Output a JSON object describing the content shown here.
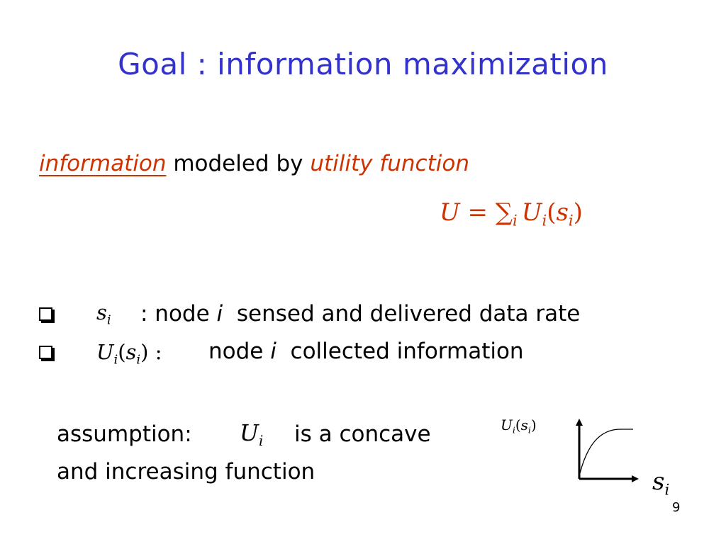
{
  "slide": {
    "title": "Goal : information maximization",
    "page_number": "9",
    "colors": {
      "title": "#3333cc",
      "highlight": "#cc3300",
      "text": "#000000"
    }
  },
  "intro": {
    "word_information": "information",
    "word_modeled_by": " modeled by ",
    "word_utility_function": "utility function"
  },
  "equation": {
    "lhs": "U",
    "equals": " = ",
    "sum": "∑",
    "sum_sub": "i",
    "func": "U",
    "func_sub": "i",
    "arg_open": "(",
    "arg": "s",
    "arg_sub": "i",
    "arg_close": ")"
  },
  "bullets": [
    {
      "math_var": "s",
      "math_sub": "i",
      "text_pre": ": node ",
      "text_italic": "i",
      "text_post": "  sensed and delivered data rate"
    },
    {
      "math_func": "U",
      "math_func_sub": "i",
      "math_open": "(",
      "math_var": "s",
      "math_sub": "i",
      "math_close": ")",
      "math_colon": " :",
      "text_pre": "node ",
      "text_italic": "i",
      "text_post": "  collected information"
    }
  ],
  "assumption": {
    "label": "assumption:",
    "math_var": "U",
    "math_sub": "i",
    "text_after": "is a concave",
    "line2": "and increasing function"
  },
  "graph": {
    "y_label": {
      "func": "U",
      "func_sub": "i",
      "open": "(",
      "var": "s",
      "var_sub": "i",
      "close": ")"
    },
    "x_label": {
      "var": "s",
      "var_sub": "i"
    }
  }
}
